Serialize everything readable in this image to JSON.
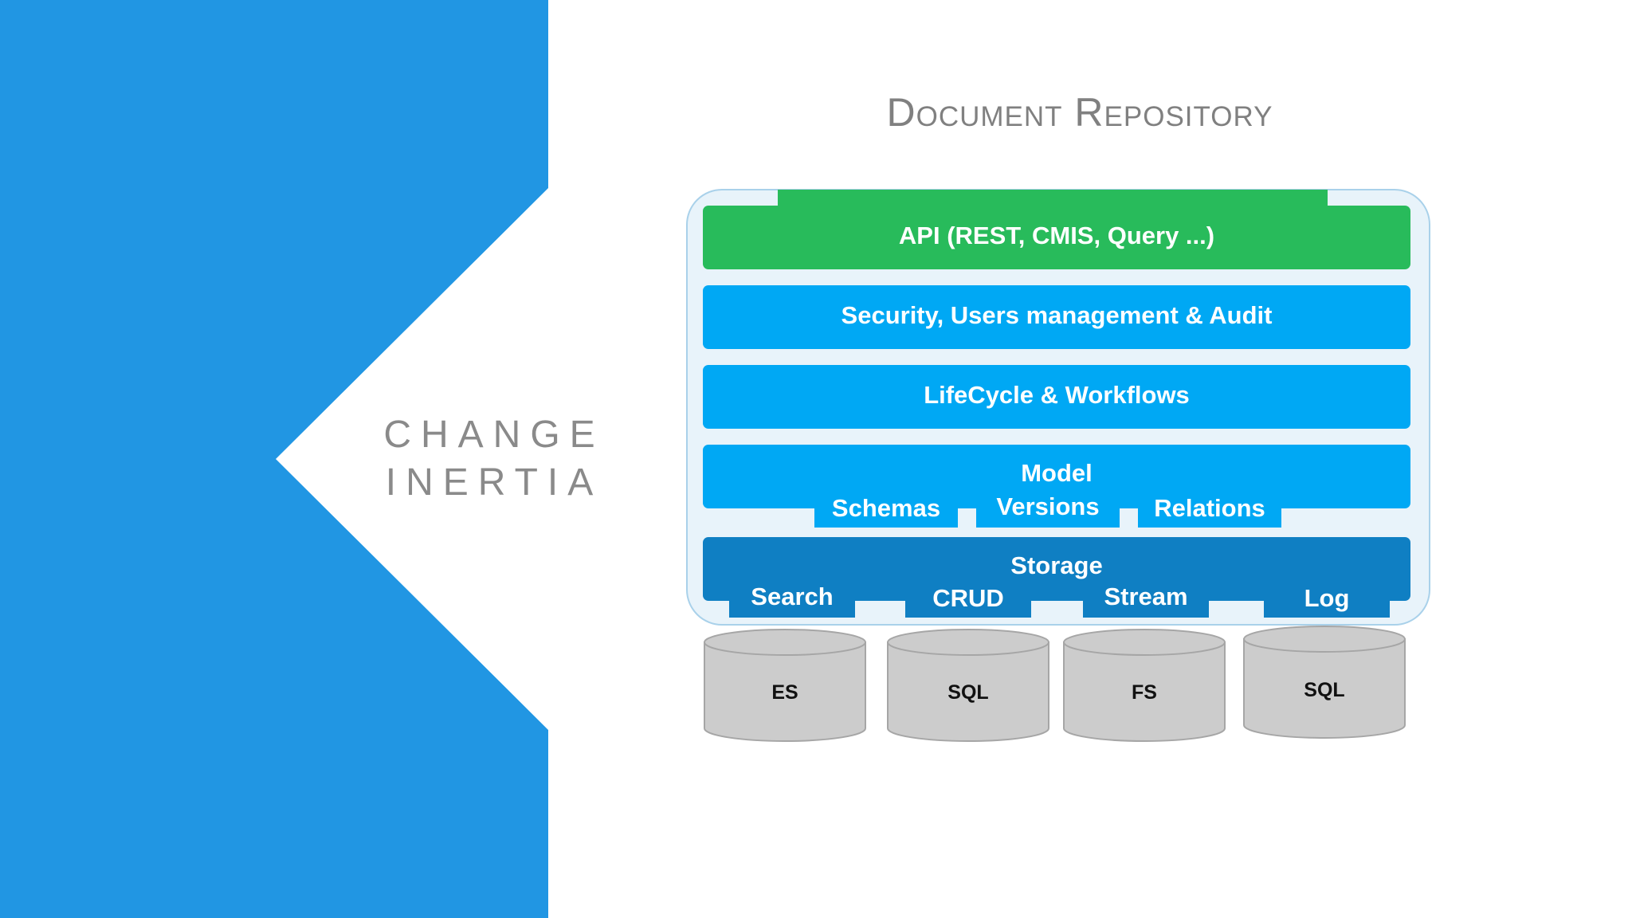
{
  "title": "Document Repository",
  "side_label": {
    "line1": "CHANGE",
    "line2": "INERTIA"
  },
  "layers": {
    "api": "API (REST, CMIS, Query ...)",
    "security": "Security,  Users management & Audit",
    "lifecycle": "LifeCycle & Workflows",
    "model": {
      "label": "Model",
      "subs": [
        "Schemas",
        "Versions",
        "Relations"
      ]
    },
    "storage": {
      "label": "Storage",
      "subs": [
        "Search",
        "CRUD",
        "Stream",
        "Log"
      ]
    }
  },
  "databases": [
    "ES",
    "SQL",
    "FS",
    "SQL"
  ],
  "colors": {
    "side_blue": "#2196e3",
    "api_green": "#28bb5b",
    "layer_blue": "#00a8f4",
    "storage_blue": "#0f7fc3",
    "container_fill": "#e8f3fa",
    "container_stroke": "#a9d1ea",
    "cylinder_fill": "#cccccc",
    "cylinder_stroke": "#a6a6a6"
  }
}
